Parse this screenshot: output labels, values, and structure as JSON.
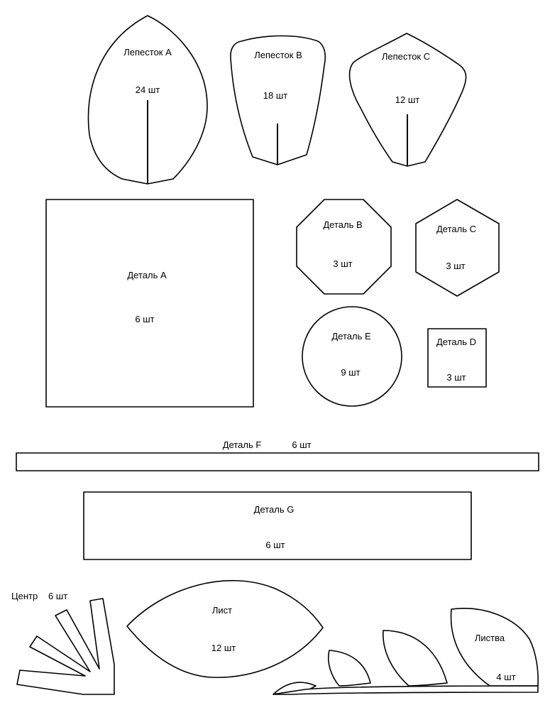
{
  "pieces": {
    "petal_a": {
      "name": "Лепесток A",
      "count": "24 шт"
    },
    "petal_b": {
      "name": "Лепесток B",
      "count": "18 шт"
    },
    "petal_c": {
      "name": "Лепесток C",
      "count": "12 шт"
    },
    "detail_a": {
      "name": "Деталь A",
      "count": "6 шт"
    },
    "detail_b": {
      "name": "Деталь B",
      "count": "3 шт"
    },
    "detail_c": {
      "name": "Деталь C",
      "count": "3 шт"
    },
    "detail_e": {
      "name": "Деталь E",
      "count": "9 шт"
    },
    "detail_d": {
      "name": "Деталь D",
      "count": "3 шт"
    },
    "detail_f": {
      "name": "Деталь F",
      "count": "6 шт"
    },
    "detail_g": {
      "name": "Деталь G",
      "count": "6 шт"
    },
    "center": {
      "name": "Центр",
      "count": "6 шт"
    },
    "leaf": {
      "name": "Лист",
      "count": "12 шт"
    },
    "foliage": {
      "name": "Листва",
      "count": "4 шт"
    }
  }
}
